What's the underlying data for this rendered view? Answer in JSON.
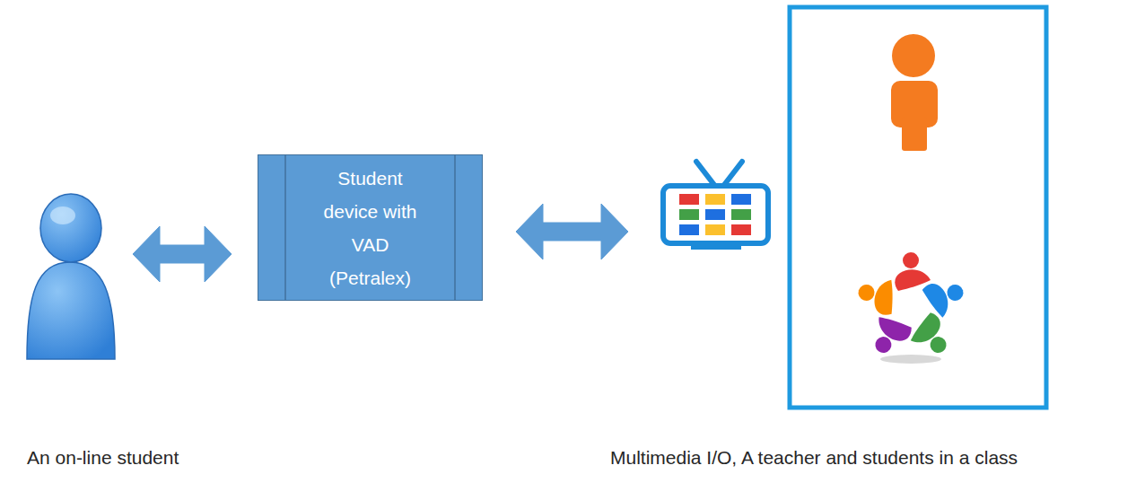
{
  "diagram": {
    "nodes": [
      {
        "text": [
          "An on-line student"
        ]
      },
      {
        "text": [
          "Student device with VAD (Petralex)"
        ]
      },
      {
        "text": [
          "Multimedia I/O, A teacher and students in a class"
        ]
      }
    ],
    "edges": [
      {
        "from": 0,
        "to": 1,
        "arrow": "both"
      },
      {
        "from": 1,
        "to": 2,
        "arrow": "both"
      }
    ]
  }
}
